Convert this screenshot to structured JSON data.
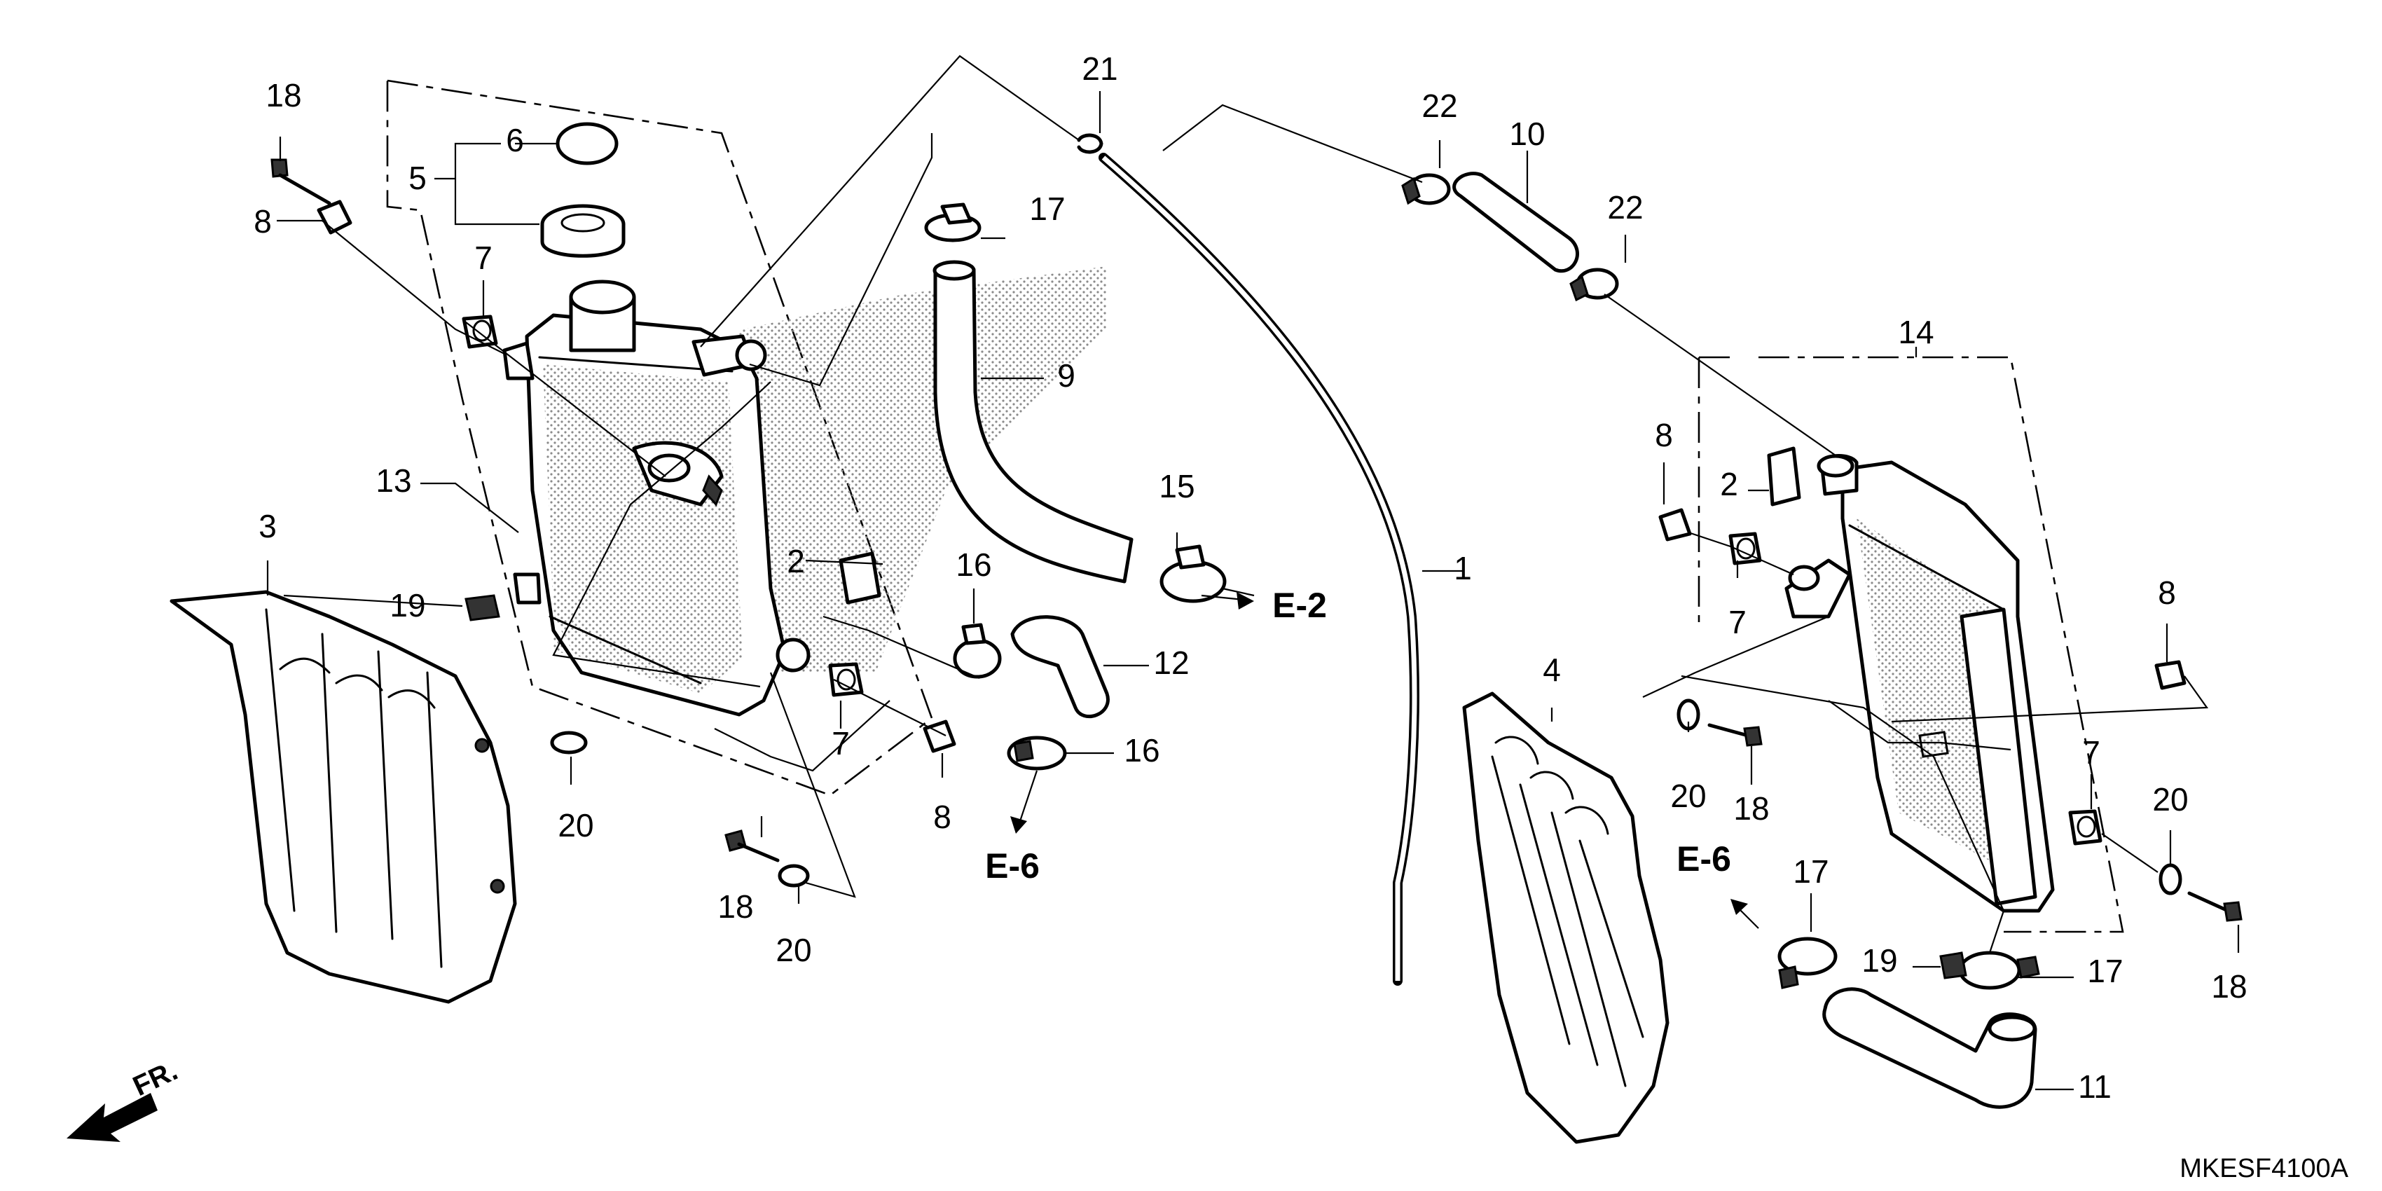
{
  "diagram_code": "MKESF4100A",
  "front_indicator": "FR.",
  "callouts": [
    {
      "id": "c1",
      "text": "1"
    },
    {
      "id": "c2a",
      "text": "2"
    },
    {
      "id": "c2b",
      "text": "2"
    },
    {
      "id": "c3",
      "text": "3"
    },
    {
      "id": "c4",
      "text": "4"
    },
    {
      "id": "c5",
      "text": "5"
    },
    {
      "id": "c6",
      "text": "6"
    },
    {
      "id": "c7a",
      "text": "7"
    },
    {
      "id": "c7b",
      "text": "7"
    },
    {
      "id": "c7c",
      "text": "7"
    },
    {
      "id": "c7d",
      "text": "7"
    },
    {
      "id": "c8a",
      "text": "8"
    },
    {
      "id": "c8b",
      "text": "8"
    },
    {
      "id": "c8c",
      "text": "8"
    },
    {
      "id": "c8d",
      "text": "8"
    },
    {
      "id": "c9",
      "text": "9"
    },
    {
      "id": "c10",
      "text": "10"
    },
    {
      "id": "c11",
      "text": "11"
    },
    {
      "id": "c12",
      "text": "12"
    },
    {
      "id": "c13",
      "text": "13"
    },
    {
      "id": "c14",
      "text": "14"
    },
    {
      "id": "c15",
      "text": "15"
    },
    {
      "id": "c16a",
      "text": "16"
    },
    {
      "id": "c16b",
      "text": "16"
    },
    {
      "id": "c17a",
      "text": "17"
    },
    {
      "id": "c17b",
      "text": "17"
    },
    {
      "id": "c17c",
      "text": "17"
    },
    {
      "id": "c18a",
      "text": "18"
    },
    {
      "id": "c18b",
      "text": "18"
    },
    {
      "id": "c18c",
      "text": "18"
    },
    {
      "id": "c18d",
      "text": "18"
    },
    {
      "id": "c19a",
      "text": "19"
    },
    {
      "id": "c19b",
      "text": "19"
    },
    {
      "id": "c20a",
      "text": "20"
    },
    {
      "id": "c20b",
      "text": "20"
    },
    {
      "id": "c20c",
      "text": "20"
    },
    {
      "id": "c20d",
      "text": "20"
    },
    {
      "id": "c21",
      "text": "21"
    },
    {
      "id": "c22a",
      "text": "22"
    },
    {
      "id": "c22b",
      "text": "22"
    }
  ],
  "references": [
    {
      "id": "e2",
      "text": "E-2"
    },
    {
      "id": "e6a",
      "text": "E-6"
    },
    {
      "id": "e6b",
      "text": "E-6"
    }
  ]
}
